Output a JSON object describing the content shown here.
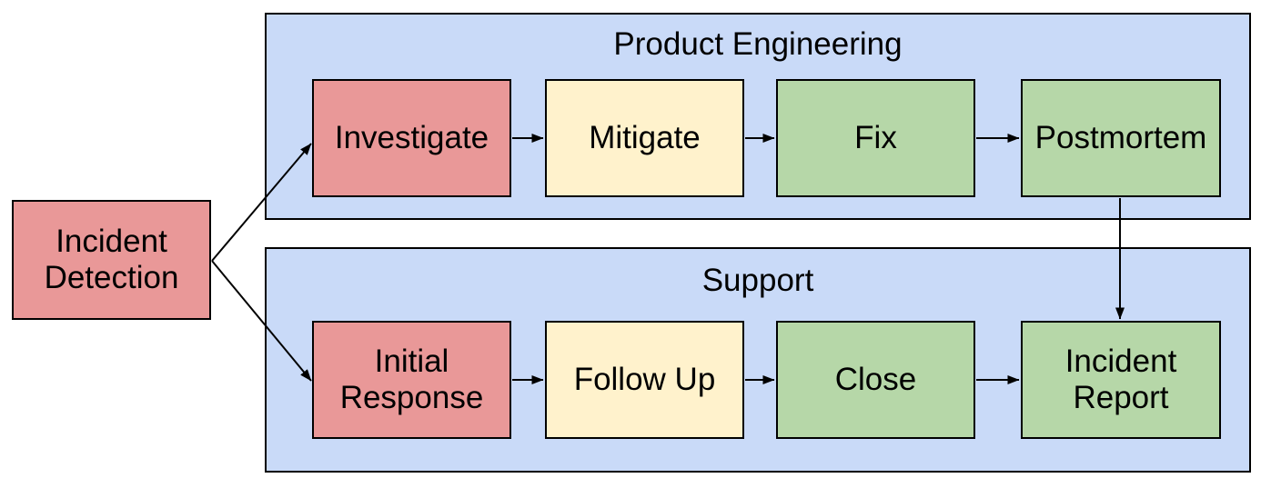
{
  "diagram": {
    "start": {
      "label": "Incident\nDetection",
      "color": "red"
    },
    "lanes": [
      {
        "title": "Product Engineering",
        "steps": [
          {
            "label": "Investigate",
            "color": "red"
          },
          {
            "label": "Mitigate",
            "color": "yellow"
          },
          {
            "label": "Fix",
            "color": "green"
          },
          {
            "label": "Postmortem",
            "color": "green"
          }
        ]
      },
      {
        "title": "Support",
        "steps": [
          {
            "label": "Initial\nResponse",
            "color": "red"
          },
          {
            "label": "Follow Up",
            "color": "yellow"
          },
          {
            "label": "Close",
            "color": "green"
          },
          {
            "label": "Incident\nReport",
            "color": "green"
          }
        ]
      }
    ],
    "connections": [
      {
        "from": "Incident Detection",
        "to": "Investigate"
      },
      {
        "from": "Incident Detection",
        "to": "Initial Response"
      },
      {
        "from": "Investigate",
        "to": "Mitigate"
      },
      {
        "from": "Mitigate",
        "to": "Fix"
      },
      {
        "from": "Fix",
        "to": "Postmortem"
      },
      {
        "from": "Postmortem",
        "to": "Incident Report"
      },
      {
        "from": "Initial Response",
        "to": "Follow Up"
      },
      {
        "from": "Follow Up",
        "to": "Close"
      },
      {
        "from": "Close",
        "to": "Incident Report"
      }
    ],
    "colors": {
      "red": "#E99898",
      "yellow": "#FFF2CC",
      "green": "#B6D7A8",
      "lane": "#C9DAF8",
      "border": "#000000",
      "arrow": "#000000",
      "canvas": "#FFFFFF"
    }
  }
}
